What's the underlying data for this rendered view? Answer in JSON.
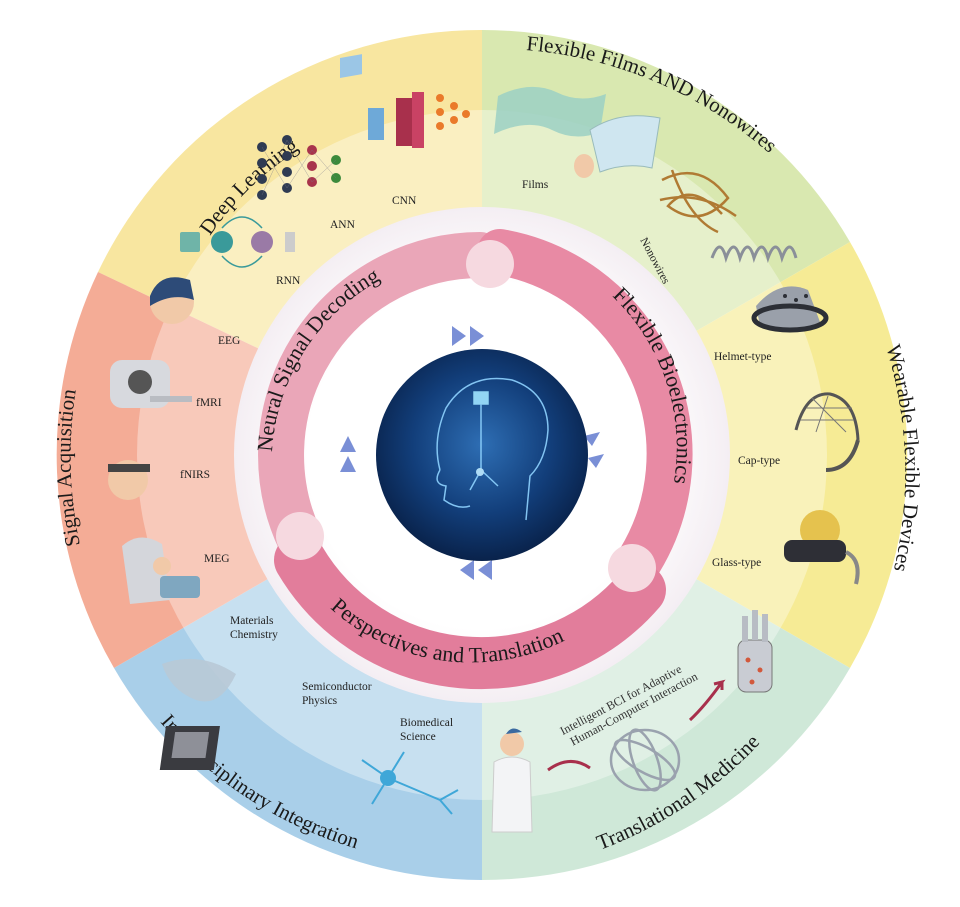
{
  "sectors": {
    "deep_learning": {
      "title": "Deep Learning",
      "labels": [
        "ANN",
        "CNN",
        "RNN"
      ]
    },
    "flexible_films": {
      "title": "Flexible Films AND  Nonowires",
      "labels": [
        "Films",
        "Nonowires"
      ]
    },
    "wearable": {
      "title": "Wearable Flexible Devices",
      "labels": [
        "Helmet-type",
        "Cap-type",
        "Glass-type"
      ]
    },
    "translational": {
      "title": "Translational Medicine",
      "labels": [
        "Intelligent BCI for Adaptive",
        "Human-Computer Interaction"
      ]
    },
    "interdisciplinary": {
      "title": "Interdisciplinary Integration",
      "labels": [
        "Materials",
        "Chemistry",
        "Semiconductor",
        "Physics",
        "Biomedical",
        "Science"
      ]
    },
    "signal_acquisition": {
      "title": "Signal Acquisition",
      "labels": [
        "EEG",
        "fMRI",
        "fNIRS",
        "MEG"
      ]
    }
  },
  "inner_ring": {
    "decoding": "Neural Signal Decoding",
    "bioelectronics": "Flexible Bioelectronics",
    "perspectives": "Perspectives and Translation"
  },
  "colors": {
    "deep_learning": "#f8e6a0",
    "flexible_films": "#d9e8b0",
    "wearable": "#f6eb95",
    "translational": "#cfe8d8",
    "interdisciplinary": "#a9cfe9",
    "signal_acquisition": "#f4ac96",
    "inner_pink": "#e0708f",
    "center_blue": "#0e2f62"
  }
}
